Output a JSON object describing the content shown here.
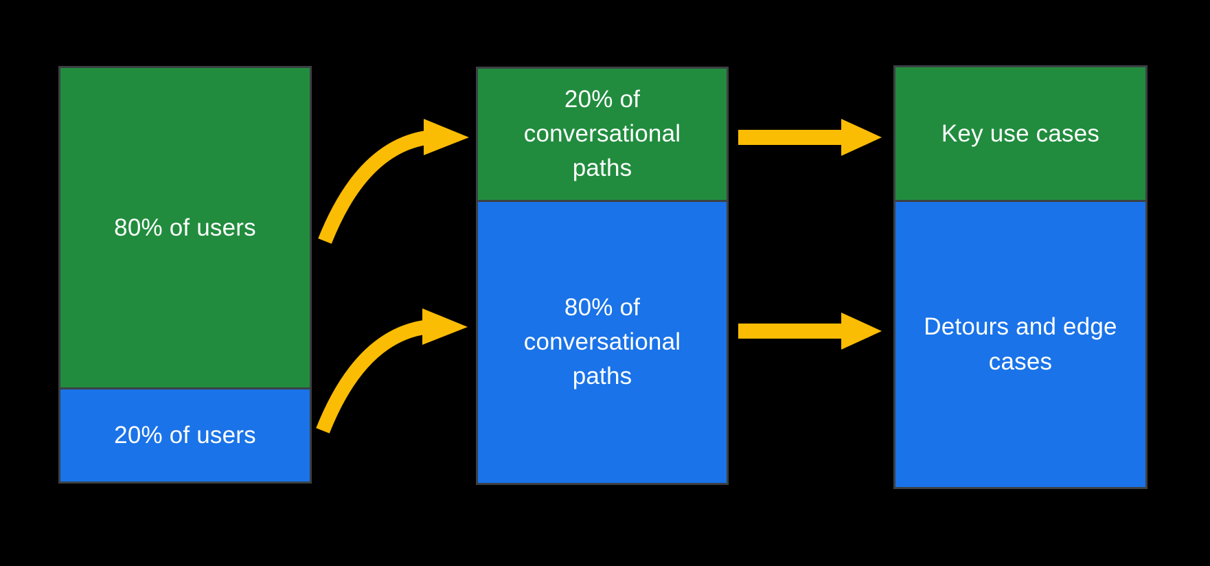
{
  "canvas": {
    "background": "#000000",
    "bar_border": "#3c4043"
  },
  "colors": {
    "green": "#218c3e",
    "blue": "#1a73e8",
    "arrow": "#fbbc04",
    "text": "#ffffff"
  },
  "columns": [
    {
      "id": "users",
      "segments": [
        {
          "color_key": "green",
          "label": "80% of users",
          "pct": 77.3
        },
        {
          "color_key": "blue",
          "label": "20% of users",
          "pct": 22.7
        }
      ]
    },
    {
      "id": "conversational-paths",
      "segments": [
        {
          "color_key": "green",
          "label": "20% of conversational paths",
          "pct": 31.6
        },
        {
          "color_key": "blue",
          "label": "80% of conversational paths",
          "pct": 68.4
        }
      ]
    },
    {
      "id": "outcomes",
      "segments": [
        {
          "color_key": "green",
          "label": "Key use cases",
          "pct": 31.6
        },
        {
          "color_key": "blue",
          "label": "Detours and edge cases",
          "pct": 68.4
        }
      ]
    }
  ],
  "arrows": [
    {
      "id": "curved-top",
      "from": "80% of users",
      "to": "20% of conversational paths"
    },
    {
      "id": "curved-bottom",
      "from": "20% of users",
      "to": "80% of conversational paths"
    },
    {
      "id": "straight-top",
      "from": "20% of conversational paths",
      "to": "Key use cases"
    },
    {
      "id": "straight-bottom",
      "from": "80% of conversational paths",
      "to": "Detours and edge cases"
    }
  ]
}
